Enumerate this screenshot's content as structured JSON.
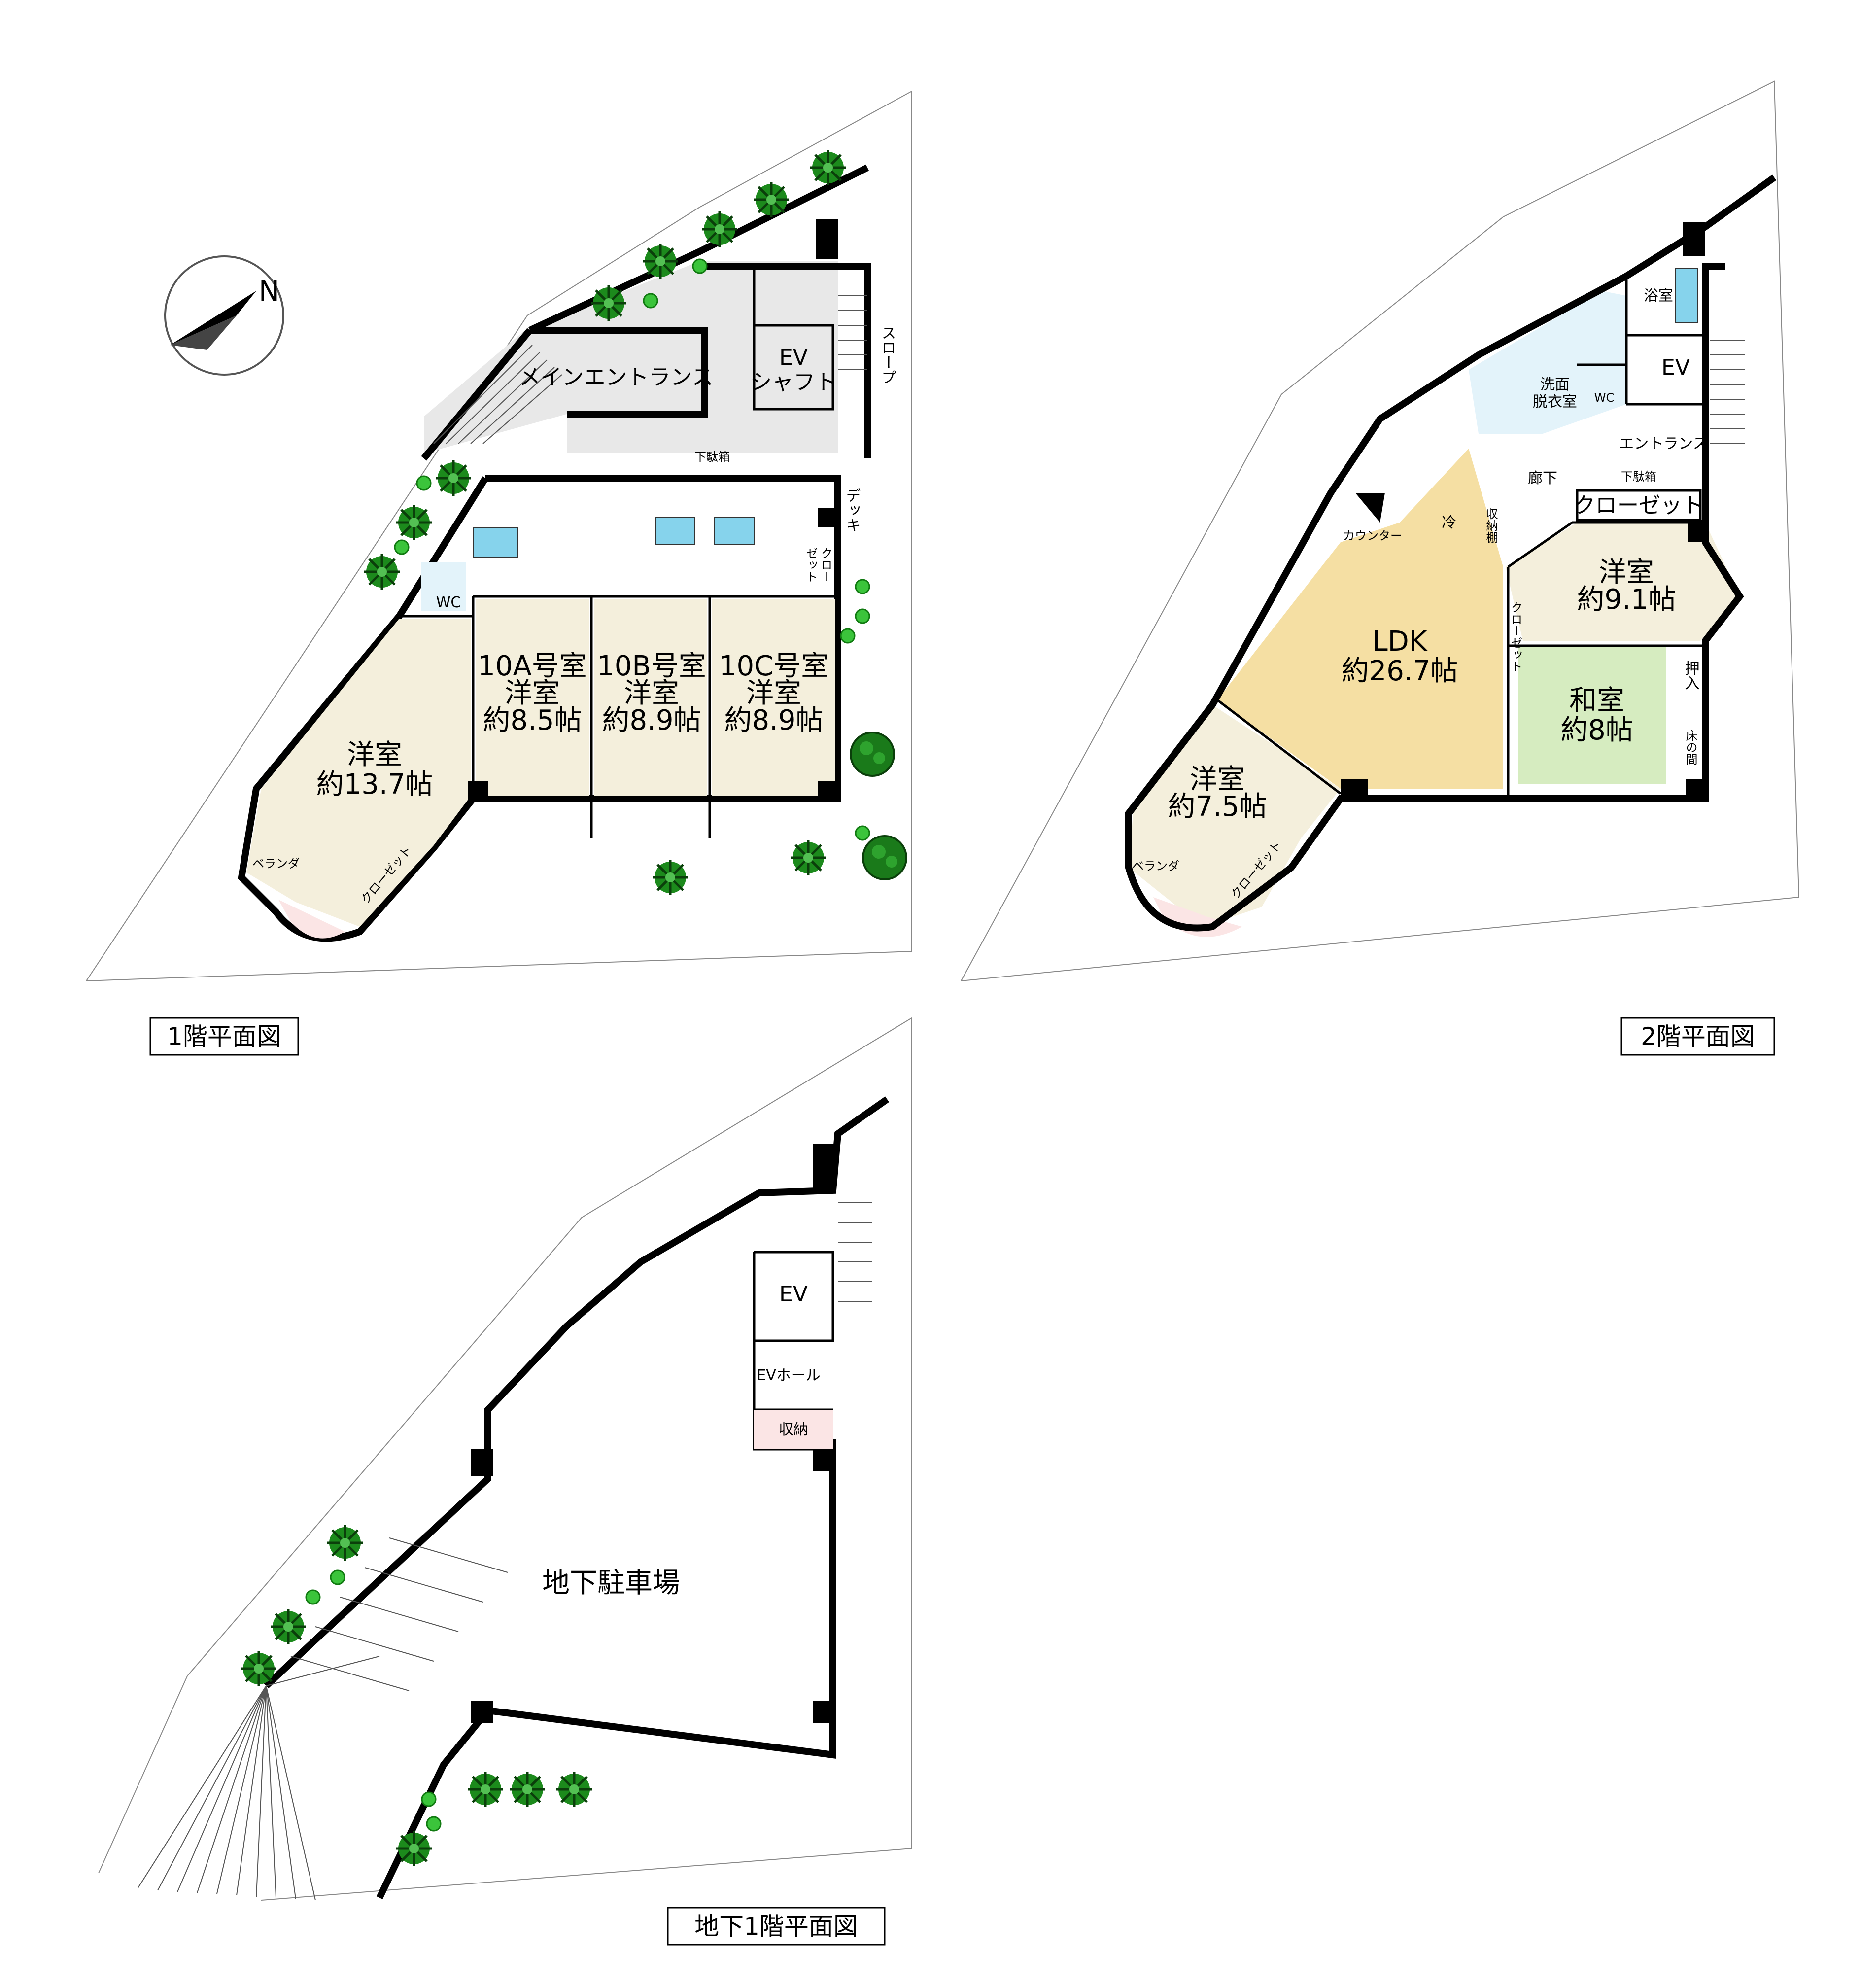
{
  "floor1": {
    "title": "1階平面図",
    "compass": "N",
    "main_entrance": "メインエントランス",
    "ev_shaft": [
      "EV",
      "シャフト"
    ],
    "slope": "スロープ",
    "deck": "デッキ",
    "closet_small": [
      "クロー",
      "ゼット"
    ],
    "wc": "WC",
    "room_large": [
      "洋室",
      "約13.7帖"
    ],
    "room_10a": [
      "10A号室",
      "洋室",
      "約8.5帖"
    ],
    "room_10b": [
      "10B号室",
      "洋室",
      "約8.9帖"
    ],
    "room_10c": [
      "10C号室",
      "洋室",
      "約8.9帖"
    ],
    "veranda": "ベランダ",
    "closet": "クローゼット",
    "shoe_box": "下駄箱"
  },
  "floor2": {
    "title": "2階平面図",
    "bath": "浴室",
    "ev": "EV",
    "wash": [
      "洗面",
      "脱衣室"
    ],
    "wc": "WC",
    "entrance": "エントランス",
    "shoe_box": "下駄箱",
    "hall": "廊下",
    "storage": "収納棚",
    "closet_top": "クローゼット",
    "fridge": "冷",
    "counter": "カウンター",
    "ldk": [
      "LDK",
      "約26.7帖"
    ],
    "room_right": [
      "洋室",
      "約9.1帖"
    ],
    "closet_side": "クローゼット",
    "washitsu": [
      "和室",
      "約8帖"
    ],
    "oshiire": "押入",
    "tokonoma": "床の間",
    "room_left": [
      "洋室",
      "約7.5帖"
    ],
    "veranda": "ベランダ",
    "closet": "クローゼット"
  },
  "basement": {
    "title": "地下1階平面図",
    "ev": "EV",
    "ev_hall": "EVホール",
    "storage": "収納",
    "parking": "地下駐車場"
  }
}
